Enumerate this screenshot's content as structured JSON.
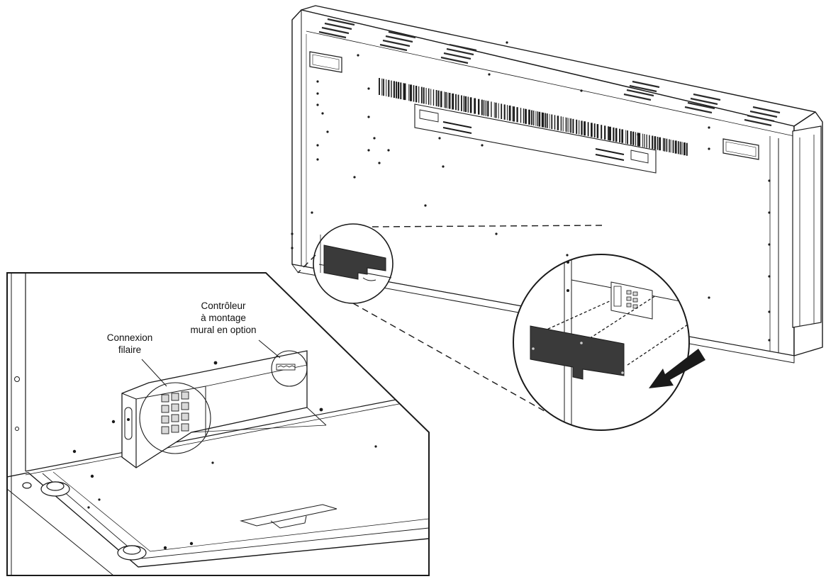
{
  "labels": {
    "wired_connection": [
      "Connexion",
      "filaire"
    ],
    "wall_controller": [
      "Contrôleur",
      "à montage",
      "mural en option"
    ]
  },
  "colors": {
    "ink": "#1a1a1a",
    "cover_plate": "#3a3a3a",
    "panel_fill": "#ffffff",
    "shade": "#d9d9d9",
    "vent": "#2b2b2b"
  }
}
